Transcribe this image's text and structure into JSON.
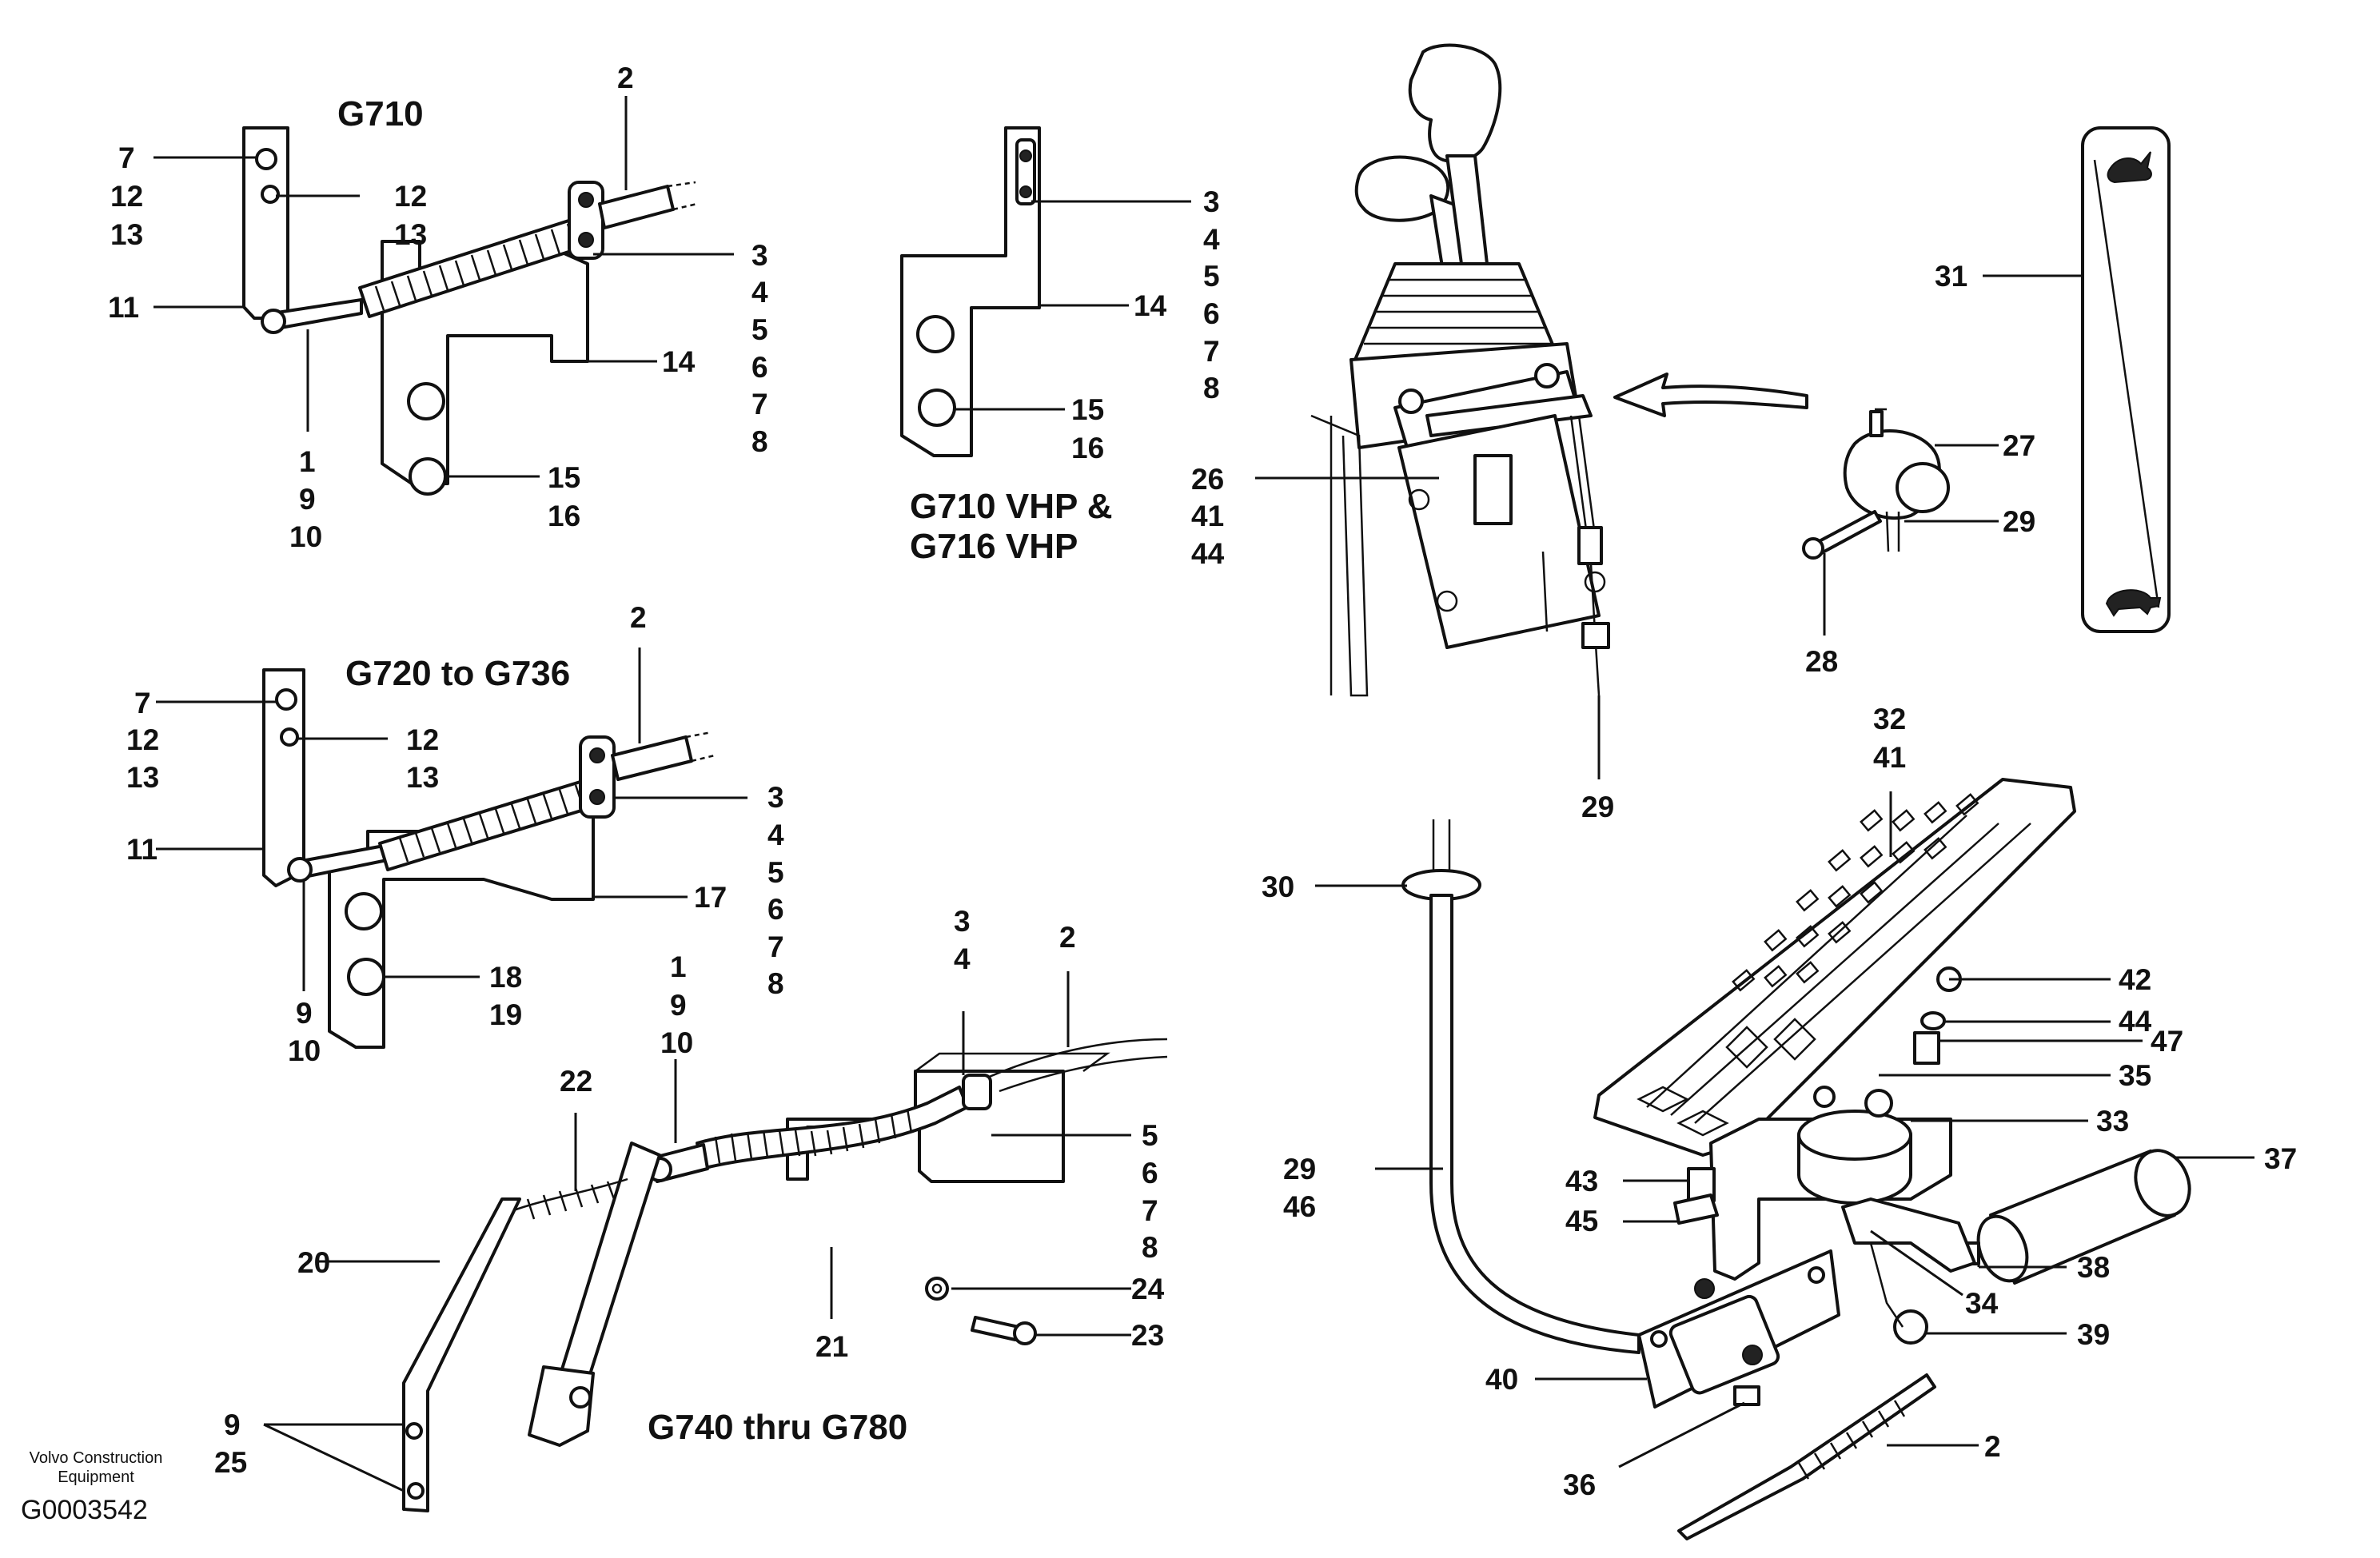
{
  "views": {
    "g710": {
      "title": "G710"
    },
    "g710vhp": {
      "title_line1": "G710 VHP &",
      "title_line2": "G716 VHP"
    },
    "g720": {
      "title": "G720 to G736"
    },
    "g740": {
      "title": "G740 thru G780"
    }
  },
  "callouts": {
    "a_2": "2",
    "a_7": "7",
    "a_12a": "12",
    "a_13a": "13",
    "a_12b": "12",
    "a_13b": "13",
    "a_11": "11",
    "a_3": "3",
    "a_4": "4",
    "a_5": "5",
    "a_6": "6",
    "a_7b": "7",
    "a_8": "8",
    "a_14": "14",
    "a_1": "1",
    "a_9": "9",
    "a_10": "10",
    "a_15": "15",
    "a_16": "16",
    "b_3": "3",
    "b_4": "4",
    "b_5": "5",
    "b_6": "6",
    "b_7": "7",
    "b_8": "8",
    "b_14": "14",
    "b_15": "15",
    "b_16": "16",
    "c_2": "2",
    "c_7": "7",
    "c_12a": "12",
    "c_13a": "13",
    "c_12b": "12",
    "c_13b": "13",
    "c_11": "11",
    "c_3": "3",
    "c_4": "4",
    "c_5": "5",
    "c_6": "6",
    "c_7b": "7",
    "c_8": "8",
    "c_17": "17",
    "c_18": "18",
    "c_19": "19",
    "c_9": "9",
    "c_10": "10",
    "d_3": "3",
    "d_4": "4",
    "d_2": "2",
    "d_1": "1",
    "d_9": "9",
    "d_10": "10",
    "d_22": "22",
    "d_5": "5",
    "d_6": "6",
    "d_7": "7",
    "d_8": "8",
    "d_20": "20",
    "d_24": "24",
    "d_23": "23",
    "d_21": "21",
    "d_9b": "9",
    "d_25": "25",
    "e_26": "26",
    "e_41": "41",
    "e_44": "44",
    "e_29": "29",
    "f_27": "27",
    "f_29": "29",
    "f_28": "28",
    "f_31": "31",
    "g_32": "32",
    "g_41": "41",
    "g_30": "30",
    "g_42": "42",
    "g_44": "44",
    "g_47": "47",
    "g_35": "35",
    "g_33": "33",
    "g_37": "37",
    "g_29": "29",
    "g_46": "46",
    "g_43": "43",
    "g_45": "45",
    "g_38": "38",
    "g_34": "34",
    "g_39": "39",
    "g_40": "40",
    "g_2": "2",
    "g_36": "36"
  },
  "footer": {
    "company_line1": "Volvo Construction",
    "company_line2": "Equipment",
    "drawing_id": "G0003542"
  },
  "icons": {
    "fast_symbol": "hare-icon",
    "slow_symbol": "turtle-icon"
  }
}
